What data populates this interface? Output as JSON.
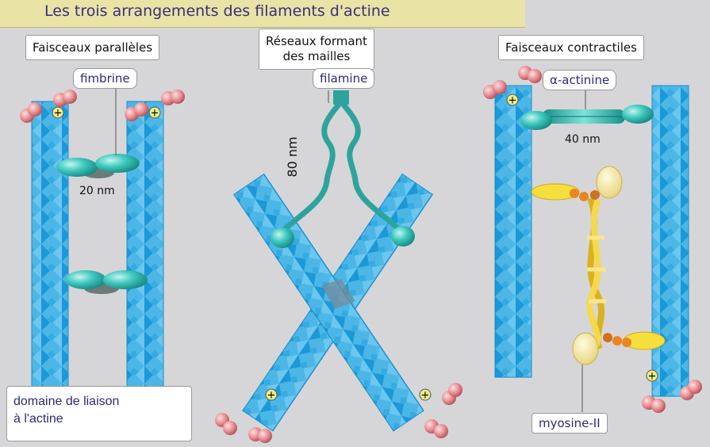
{
  "title": "Les trois arrangements des filaments d'actine",
  "sections": {
    "parallel": {
      "label": "Faisceaux parallèles",
      "protein": "fimbrine",
      "spacing": "20 nm"
    },
    "network": {
      "label_line1": "Réseaux formant",
      "label_line2": "des mailles",
      "protein": "filamine",
      "length": "80 nm"
    },
    "contractile": {
      "label": "Faisceaux contractiles",
      "protein": "α-actinine",
      "spacing": "40 nm",
      "motor": "myosine-II"
    }
  },
  "legend": {
    "line1": "domaine de liaison",
    "line2": "à l'actine"
  },
  "symbols": {
    "plus_end": "+"
  },
  "colors": {
    "actin_light": "#49b6e6",
    "actin_dark": "#1595d6",
    "binding_domain": "#3cc4bb",
    "cap": "#e58b8f",
    "myosin": "#f2d24a",
    "title_bg": "#e9e3a6"
  }
}
